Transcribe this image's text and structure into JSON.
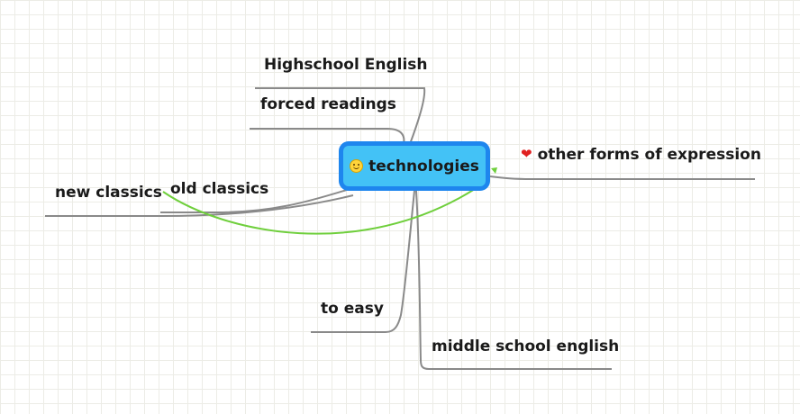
{
  "map": {
    "central": {
      "label": "technologies",
      "icon": "smiley-emoji-icon"
    },
    "topics": {
      "highschool_english": "Highschool English",
      "forced_readings": "forced readings",
      "other_forms": "other forms of expression",
      "other_forms_icon": "heart-emoji-icon",
      "new_classics": "new classics",
      "old_classics": "old classics",
      "to_easy": "to easy",
      "middle_school_english": "middle school english"
    },
    "colors": {
      "central_fill": "#43c2f6",
      "central_border": "#1e86ee",
      "branch_line": "#8a8a8a",
      "relationship_line": "#6fcf3c"
    }
  }
}
